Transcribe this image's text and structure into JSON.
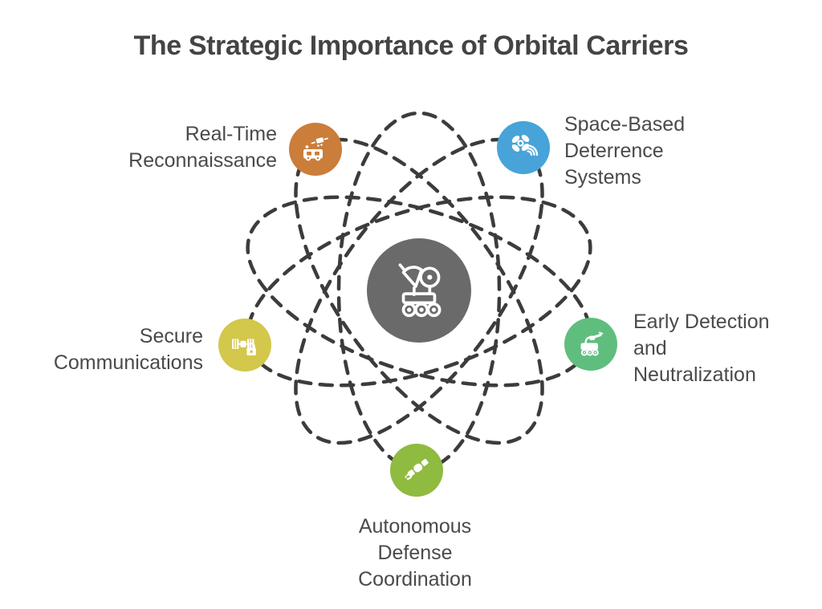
{
  "title": "The Strategic Importance of Orbital Carriers",
  "colors": {
    "background": "#FFFFFF",
    "title_text": "#444444",
    "label_text": "#4A4A4A",
    "orbit_stroke": "#3C3C3C",
    "center_fill": "#6A6A6A"
  },
  "center": {
    "icon": "rover-icon"
  },
  "nodes": [
    {
      "id": "real-time-reconnaissance",
      "label": "Real-Time\nReconnaissance",
      "color": "#CB7D3A",
      "icon": "recon-rover-icon",
      "position": "top-left"
    },
    {
      "id": "space-based-deterrence",
      "label": "Space-Based\nDeterrence\nSystems",
      "color": "#48A3D8",
      "icon": "deterrence-satellite-icon",
      "position": "top-right"
    },
    {
      "id": "secure-communications",
      "label": "Secure\nCommunications",
      "color": "#D3C74C",
      "icon": "secure-comms-satellite-icon",
      "position": "left"
    },
    {
      "id": "early-detection",
      "label": "Early Detection\nand\nNeutralization",
      "color": "#5FBE7D",
      "icon": "detection-rover-icon",
      "position": "right"
    },
    {
      "id": "autonomous-defense",
      "label": "Autonomous\nDefense\nCoordination",
      "color": "#8FBB40",
      "icon": "defense-satellite-icon",
      "position": "bottom"
    }
  ]
}
